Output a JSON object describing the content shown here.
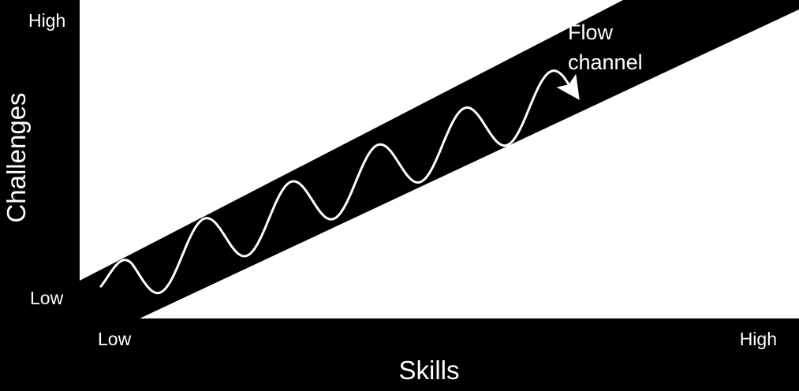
{
  "diagram": {
    "x_axis": {
      "title": "Skills",
      "low_label": "Low",
      "high_label": "High"
    },
    "y_axis": {
      "title": "Challenges",
      "low_label": "Low",
      "high_label": "High"
    },
    "band": {
      "label_line1": "Flow",
      "label_line2": "channel"
    },
    "colors": {
      "background": "#000000",
      "plot_area": "#ffffff",
      "band": "#000000",
      "path": "#ffffff",
      "text": "#ffffff"
    }
  }
}
